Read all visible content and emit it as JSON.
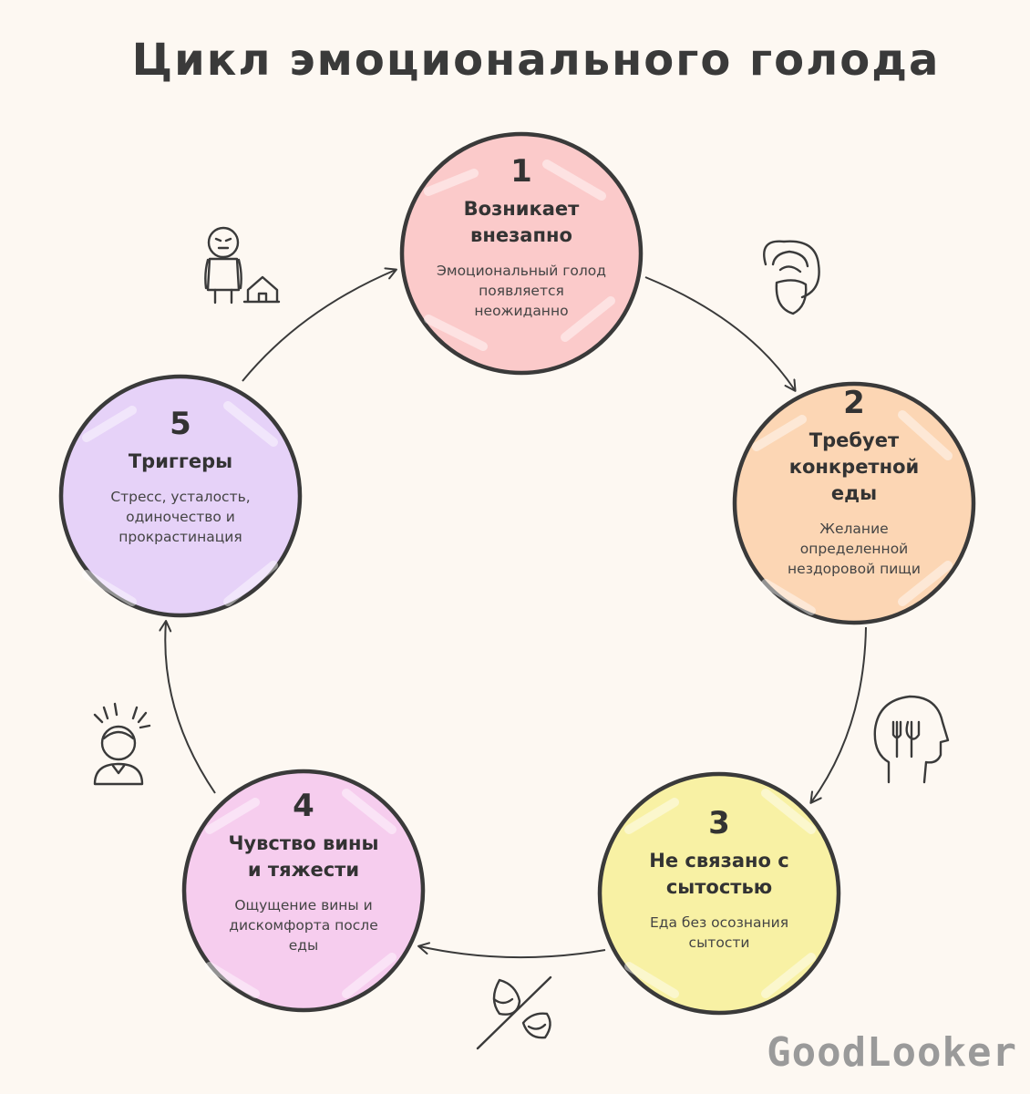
{
  "title": "Цикл эмоционального голода",
  "brand": "GoodLooker",
  "colors": {
    "step1": "#fbcaca",
    "step2": "#fcd6b4",
    "step3": "#f8f1a4",
    "step4": "#f6cdee",
    "step5": "#e6d2f8",
    "outline": "#3a3a3a"
  },
  "steps": [
    {
      "number": "1",
      "title_line1": "Возникает",
      "title_line2": "внезапно",
      "title_line3": "",
      "desc_line1": "Эмоциональный голод",
      "desc_line2": "появляется",
      "desc_line3": "неожиданно",
      "icon": "open-mouth-face-icon"
    },
    {
      "number": "2",
      "title_line1": "Требует",
      "title_line2": "конкретной",
      "title_line3": "еды",
      "desc_line1": "Желание",
      "desc_line2": "определенной",
      "desc_line3": "нездоровой пищи",
      "icon": "head-fork-knife-icon"
    },
    {
      "number": "3",
      "title_line1": "Не связано с",
      "title_line2": "сытостью",
      "title_line3": "",
      "desc_line1": "Еда без осознания",
      "desc_line2": "сытости",
      "desc_line3": "",
      "icon": "no-satiety-icon"
    },
    {
      "number": "4",
      "title_line1": "Чувство вины",
      "title_line2": "и тяжести",
      "title_line3": "",
      "desc_line1": "Ощущение вины и",
      "desc_line2": "дискомфорта после",
      "desc_line3": "еды",
      "icon": "stressed-person-icon"
    },
    {
      "number": "5",
      "title_line1": "Триггеры",
      "title_line2": "",
      "title_line3": "",
      "desc_line1": "Стресс, усталость,",
      "desc_line2": "одиночество и",
      "desc_line3": "прокрастинация",
      "icon": "lonely-person-house-icon"
    }
  ]
}
